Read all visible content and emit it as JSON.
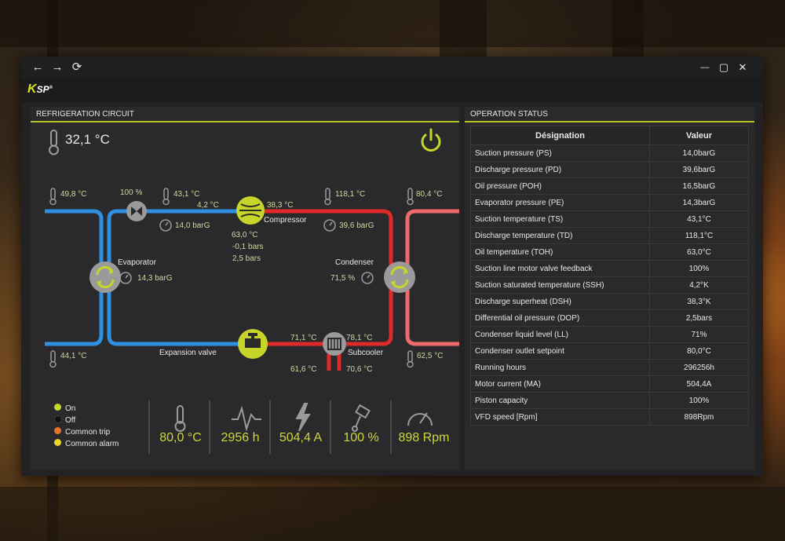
{
  "window": {
    "nav": {
      "back_icon": "←",
      "forward_icon": "→",
      "refresh_icon": "⟳"
    },
    "controls": {
      "minimize": "—",
      "maximize": "▢",
      "close": "✕"
    },
    "logo": {
      "k": "K",
      "rest": "SP",
      "reg": "®"
    }
  },
  "refrigeration": {
    "title": "REFRIGERATION CIRCUIT",
    "ambient_temp": "32,1 °C",
    "labels": {
      "t_left_top": "49,8 °C",
      "valve_pct": "100 %",
      "t_suction": "43,1 °C",
      "t_comp_in": "4,2 °C",
      "p_suction": "14,0 barG",
      "t_comp_out": "38,3 °C",
      "compressor": "Compressor",
      "t_discharge": "118,1 °C",
      "p_discharge": "39,6 barG",
      "t_right_top": "80,4 °C",
      "oil_temp": "63,0 °C",
      "oil_p1": "-0,1 bars",
      "oil_p2": "2,5 bars",
      "evaporator": "Evaporator",
      "p_evap": "14,3 barG",
      "condenser": "Condenser",
      "cond_level": "71,5 %",
      "t_left_bottom": "44,1 °C",
      "expansion_valve": "Expansion valve",
      "t_sub_in": "71,1 °C",
      "t_sub_out": "78,1 °C",
      "subcooler": "Subcooler",
      "t_right_bottom": "62,5 °C",
      "t_sub_a": "61,6 °C",
      "t_sub_b": "70,6 °C"
    },
    "legend": [
      {
        "label": "On",
        "color": "#c7d52a"
      },
      {
        "label": "Off",
        "color": "#111111"
      },
      {
        "label": "Common trip",
        "color": "#e8732a"
      },
      {
        "label": "Common alarm",
        "color": "#e8d52a"
      }
    ],
    "kpis": [
      {
        "icon": "thermometer-icon",
        "value": "80,0 °C"
      },
      {
        "icon": "pulse-icon",
        "value": "2956 h"
      },
      {
        "icon": "lightning-icon",
        "value": "504,4 A"
      },
      {
        "icon": "piston-icon",
        "value": "100 %"
      },
      {
        "icon": "gauge-icon",
        "value": "898 Rpm"
      }
    ]
  },
  "operation": {
    "title": "OPERATION STATUS",
    "headers": {
      "designation": "Désignation",
      "value": "Valeur"
    },
    "rows": [
      {
        "name": "Suction pressure (PS)",
        "value": "14,0barG"
      },
      {
        "name": "Discharge pressure (PD)",
        "value": "39,6barG"
      },
      {
        "name": "Oil pressure (POH)",
        "value": "16,5barG"
      },
      {
        "name": "Evaporator pressure (PE)",
        "value": "14,3barG"
      },
      {
        "name": "Suction temperature (TS)",
        "value": "43,1°C"
      },
      {
        "name": "Discharge temperature (TD)",
        "value": "118,1°C"
      },
      {
        "name": "Oil temperature (TOH)",
        "value": "63,0°C"
      },
      {
        "name": "Suction line motor valve feedback",
        "value": "100%"
      },
      {
        "name": "Suction saturated temperature (SSH)",
        "value": "4,2°K"
      },
      {
        "name": "Discharge superheat (DSH)",
        "value": "38,3°K"
      },
      {
        "name": "Differential oil pressure (DOP)",
        "value": "2,5bars"
      },
      {
        "name": "Condenser liquid level (LL)",
        "value": "71%"
      },
      {
        "name": "Condenser outlet setpoint",
        "value": "80,0°C"
      },
      {
        "name": "Running hours",
        "value": "296256h"
      },
      {
        "name": "Motor current (MA)",
        "value": "504,4A"
      },
      {
        "name": "Piston capacity",
        "value": "100%"
      },
      {
        "name": "VFD speed [Rpm]",
        "value": "898Rpm"
      }
    ]
  },
  "colors": {
    "accent": "#c7d52a",
    "cold": "#2f8fe0",
    "hot": "#e02a2a",
    "warm": "#ee6a6a"
  }
}
